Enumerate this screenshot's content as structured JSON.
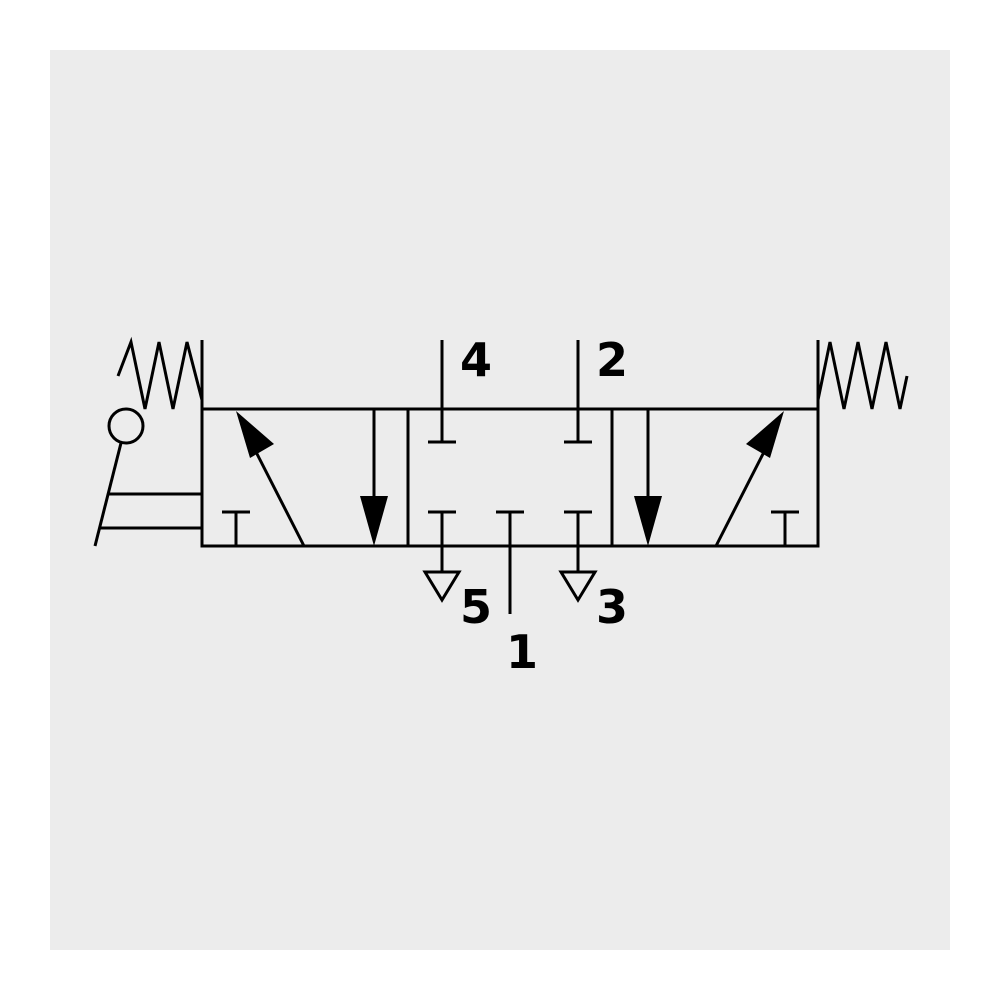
{
  "diagram": {
    "type": "pneumatic-valve-symbol",
    "background_color": "#ececec",
    "stroke_color": "#000000",
    "ports": [
      {
        "id": "port-4",
        "label": "4"
      },
      {
        "id": "port-2",
        "label": "2"
      },
      {
        "id": "port-5",
        "label": "5"
      },
      {
        "id": "port-1",
        "label": "1"
      },
      {
        "id": "port-3",
        "label": "3"
      }
    ]
  }
}
